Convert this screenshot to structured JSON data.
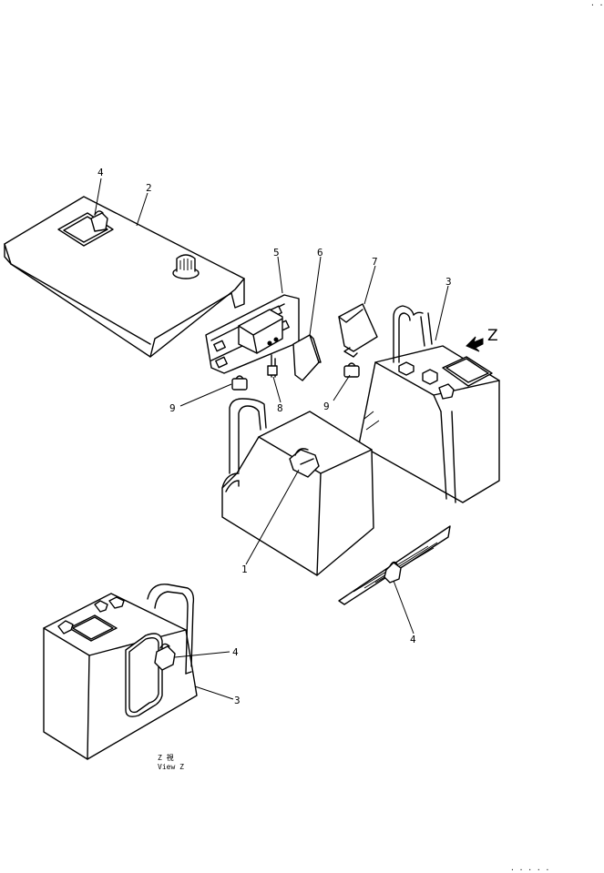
{
  "callouts": {
    "c4_top": "4",
    "c2": "2",
    "c5": "5",
    "c6": "6",
    "c7": "7",
    "c3_top": "3",
    "c9_left": "9",
    "c8": "8",
    "c9_right": "9",
    "c1": "1",
    "c4_bottom": "4",
    "c4_view": "4",
    "c3_view": "3"
  },
  "view_arrow_label": "Z",
  "view_caption": {
    "line1": "Z   視",
    "line2": "View  Z"
  },
  "page_marks": {
    "top_right": "· ·",
    "bottom_right": "· · · · ·"
  }
}
